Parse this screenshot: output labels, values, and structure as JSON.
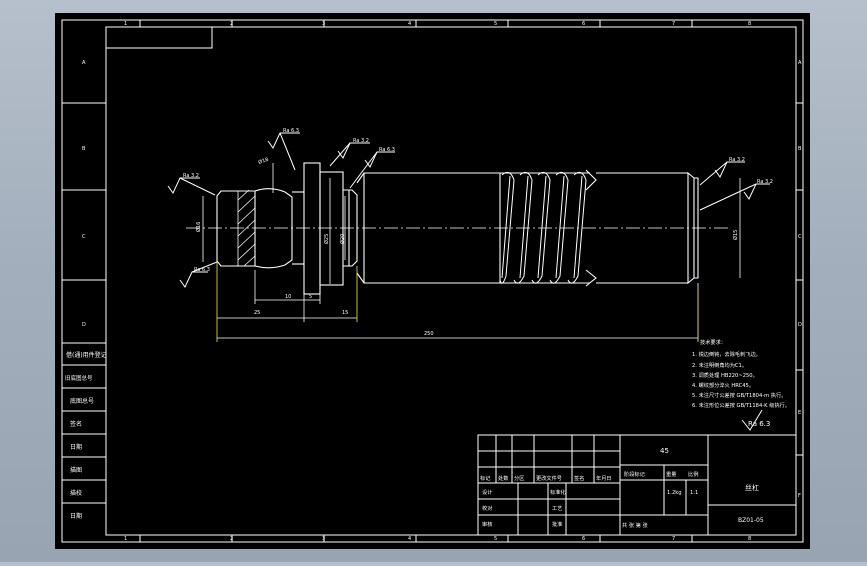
{
  "border": {
    "top_marks": [
      "1",
      "2",
      "3",
      "4",
      "5",
      "6",
      "7",
      "8"
    ],
    "bottom_marks": [
      "1",
      "2",
      "3",
      "4",
      "5",
      "6",
      "7",
      "8"
    ],
    "left_marks": [
      "A",
      "B",
      "C",
      "D"
    ],
    "right_marks": [
      "A",
      "B",
      "C",
      "D",
      "E",
      "F"
    ]
  },
  "left_strip": [
    "借(通)用件登记",
    "旧底图总号",
    "底图总号",
    "签名",
    "日期",
    "描图",
    "描校",
    "日期"
  ],
  "top_left_box": "",
  "roughness": {
    "r1": "Ra 3.2",
    "r2": "Ra 6.3",
    "r3": "Ra 6.3",
    "r4": "Ra 3.2",
    "r5": "Ra 6.3",
    "r6": "Ra 3.2",
    "r7": "Ra 3.2",
    "r8": "Ra 6.3"
  },
  "diameters": {
    "d_left_end": "Ø16",
    "d_groove": "Ø18",
    "d_collar": "Ø25",
    "d_shoulder": "Ø20",
    "d_right_end": "Ø15"
  },
  "dimensions": {
    "len_25": "25",
    "len_10": "10",
    "len_5": "5",
    "len_15": "15",
    "len_total": "250"
  },
  "notes": {
    "title": "技术要求：",
    "items": [
      "1. 锐边倒钝，去除毛刺飞边。",
      "2. 未注明倒角均为C1。",
      "3. 调质处理 HB220~250。",
      "4. 螺纹部分淬火 HRC45。",
      "5. 未注尺寸公差按 GB/T1804-m 执行。",
      "6. 未注形位公差按 GB/T1184-K 级执行。"
    ]
  },
  "general_roughness": "Ra 6.3",
  "title_block": {
    "material": "45",
    "part_name": "丝杠",
    "drawing_no": "BZ01-05",
    "row_labels": [
      "标记",
      "处数",
      "分区",
      "更改文件号",
      "签名",
      "年月日"
    ],
    "design": "设计",
    "check": "校对",
    "approve": "审核",
    "std": "标准化",
    "craft": "工艺",
    "batch": "批准",
    "stage": "阶段标记",
    "weight": "重量",
    "scale": "比例",
    "scale_val": "1:1",
    "weight_val": "1.2kg",
    "sheets": "共 张 第 张"
  }
}
